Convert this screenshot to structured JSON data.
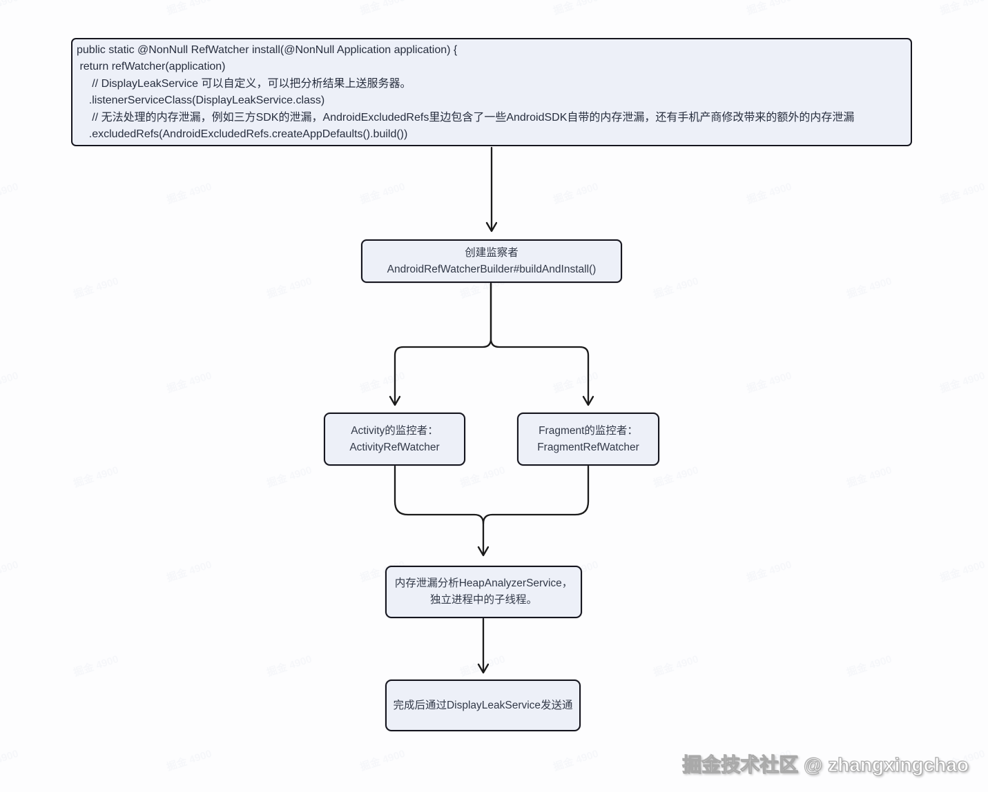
{
  "colors": {
    "page_background": "#fdfdfe",
    "node_fill": "#edf0f8",
    "node_border": "#15151e",
    "connector_line": "#1a1a1a",
    "code_text": "#272e3e",
    "node_text": "#323948"
  },
  "code_block": {
    "lines": [
      "public static @NonNull RefWatcher install(@NonNull Application application) {",
      " return refWatcher(application)",
      "     // DisplayLeakService 可以自定义，可以把分析结果上送服务器。",
      "    .listenerServiceClass(DisplayLeakService.class)",
      "     // 无法处理的内存泄漏，例如三方SDK的泄漏，AndroidExcludedRefs里边包含了一些AndroidSDK自带的内存泄漏，还有手机产商修改带来的额外的内存泄漏",
      "    .excludedRefs(AndroidExcludedRefs.createAppDefaults().build())"
    ]
  },
  "nodes": {
    "builder": {
      "line1": "创建监察者",
      "line2": "AndroidRefWatcherBuilder#buildAndInstall()"
    },
    "activity": {
      "line1": "Activity的监控者：",
      "line2": "ActivityRefWatcher"
    },
    "fragment": {
      "line1": "Fragment的监控者：",
      "line2": "FragmentRefWatcher"
    },
    "heap": {
      "line1": "内存泄漏分析HeapAnalyzerService，",
      "line2": "独立进程中的子线程。"
    },
    "notify": {
      "line1": "完成后通过DisplayLeakService发送通"
    }
  },
  "watermark": {
    "credit": "掘金技术社区 @ zhangxingchao",
    "tiled": "掘金 4900"
  }
}
